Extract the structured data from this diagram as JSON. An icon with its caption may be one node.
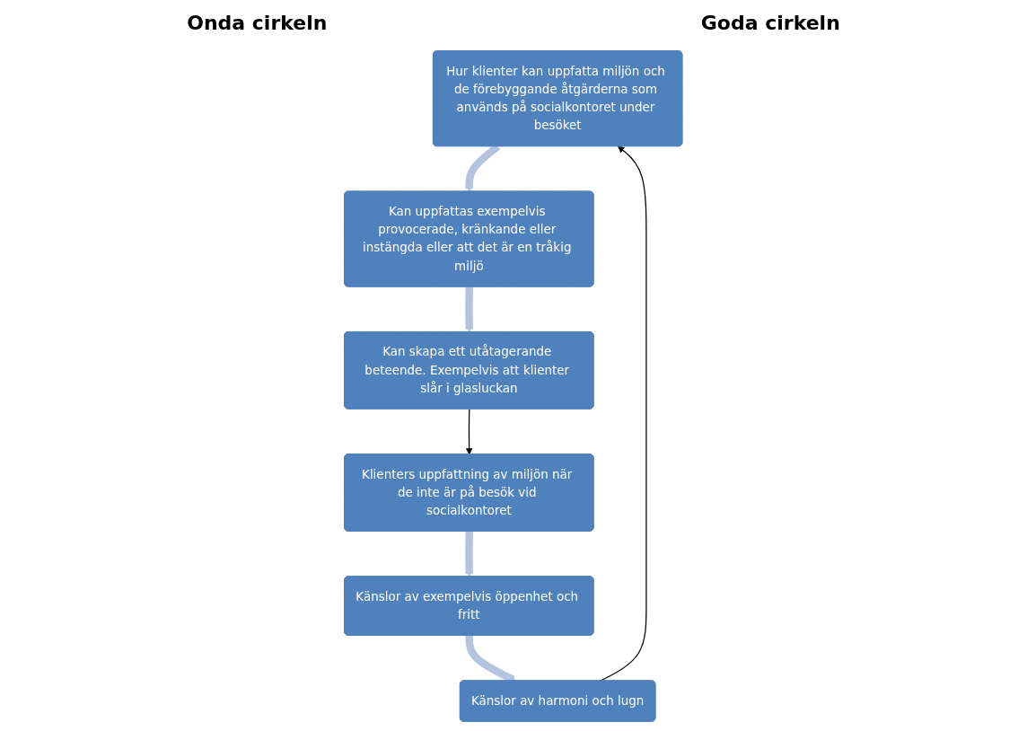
{
  "diagram": {
    "nodes": [
      {
        "text": [
          "Hur klienter kan uppfatta miljön och de förebyggande åtgärderna som används på socialkontoret under besöket"
        ]
      },
      {
        "text": [
          "Kan uppfattas exempelvis provocerade, kränkande eller instängda eller att det är en tråkig miljö"
        ]
      },
      {
        "text": [
          "Kan skapa ett utåtagerande beteende. Exempelvis att klienter slår i glasluckan"
        ]
      },
      {
        "text": [
          "Klienters uppfattning av miljön när de inte är på besök vid socialkontoret"
        ]
      },
      {
        "text": [
          "Känslor av exempelvis öppenhet och fritt"
        ]
      },
      {
        "text": [
          "Känslor av harmoni och lugn"
        ]
      }
    ],
    "edges": [
      {
        "from": 0,
        "to": 1,
        "arrow": "to"
      },
      {
        "from": 1,
        "to": 2,
        "arrow": "to"
      },
      {
        "from": 3,
        "to": 4,
        "arrow": "to"
      },
      {
        "from": 4,
        "to": 5,
        "arrow": "to"
      },
      {
        "from": 2,
        "to": 3,
        "arrow": "to",
        "color": "#000000"
      },
      {
        "from": 5,
        "to": 0,
        "arrow": "to",
        "color": "#000000"
      }
    ],
    "labels": [
      "Onda cirkeln",
      "Goda cirkeln"
    ]
  }
}
